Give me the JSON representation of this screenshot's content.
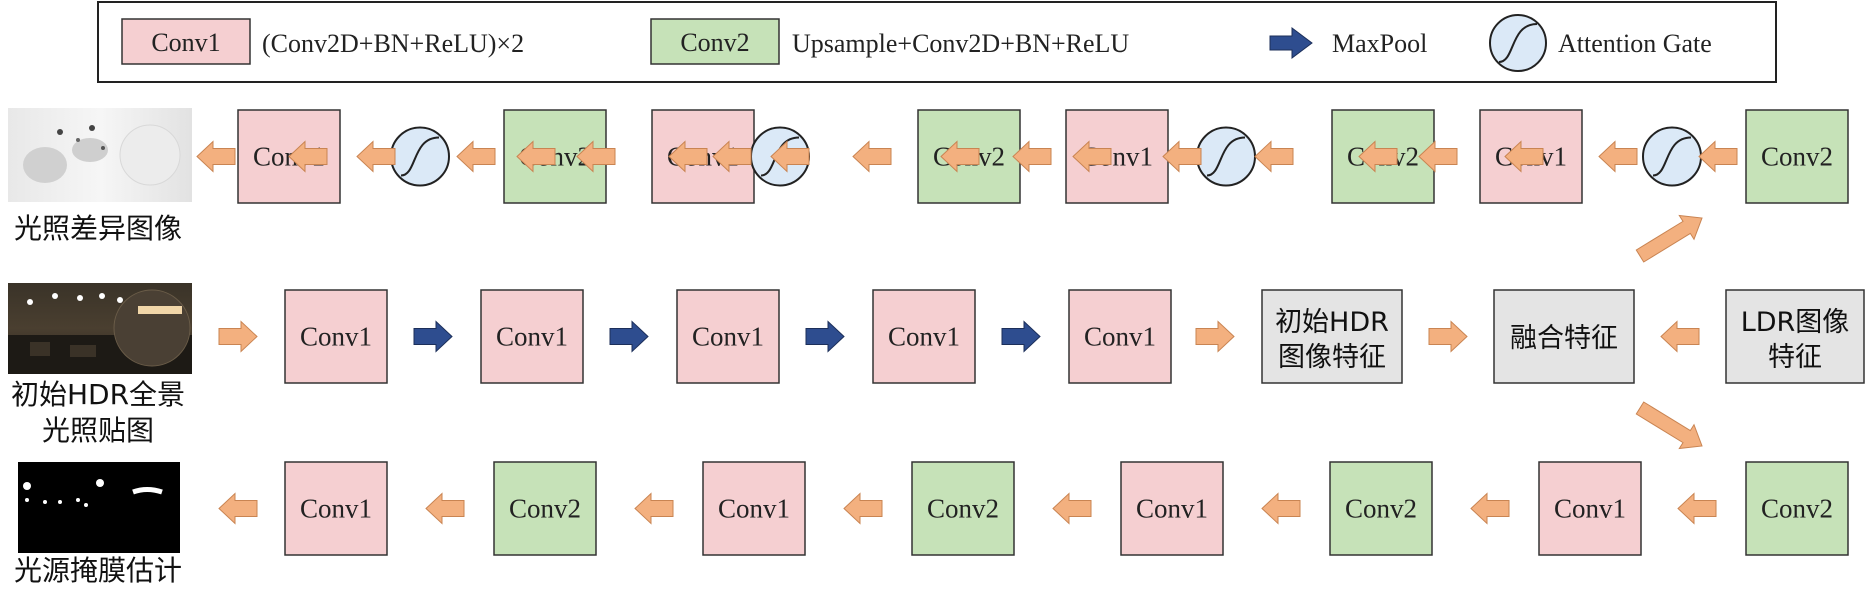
{
  "legend": {
    "conv1_label": "Conv1",
    "conv1_desc": "(Conv2D+BN+ReLU)×2",
    "conv2_label": "Conv2",
    "conv2_desc": "Upsample+Conv2D+BN+ReLU",
    "maxpool_desc": "MaxPool",
    "attention_desc": "Attention Gate"
  },
  "top_branch": {
    "output_label": "光照差异图像",
    "blocks": [
      "Conv1",
      "Conv2",
      "Conv1",
      "Conv2",
      "Conv1",
      "Conv2",
      "Conv1",
      "Conv2"
    ]
  },
  "middle_branch": {
    "input_label_line1": "初始HDR全景",
    "input_label_line2": "光照贴图",
    "encoder_blocks": [
      "Conv1",
      "Conv1",
      "Conv1",
      "Conv1",
      "Conv1"
    ],
    "hdr_feature_line1": "初始HDR",
    "hdr_feature_line2": "图像特征",
    "fusion_label": "融合特征",
    "ldr_feature_line1": "LDR图像",
    "ldr_feature_line2": "特征"
  },
  "bottom_branch": {
    "output_label": "光源掩膜估计",
    "blocks": [
      "Conv1",
      "Conv2",
      "Conv1",
      "Conv2",
      "Conv1",
      "Conv2",
      "Conv1",
      "Conv2"
    ]
  },
  "colors": {
    "conv1_fill": "#f5cfd1",
    "conv2_fill": "#c6e2b8",
    "feature_fill": "#e4e4e4",
    "arrow_orange": "#f3b07f",
    "arrow_blue": "#2e4d8f",
    "attention_fill": "#dbe9f7"
  }
}
